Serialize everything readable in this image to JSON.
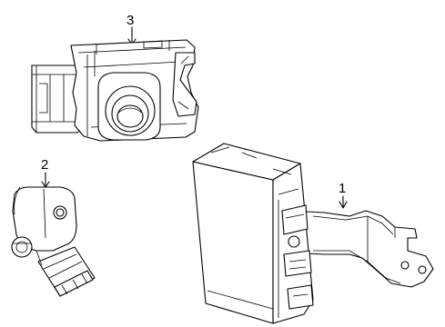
{
  "diagram": {
    "background": "#ffffff",
    "line_color": "#000000",
    "parts": [
      {
        "id": "part-1",
        "callout": "1"
      },
      {
        "id": "part-2",
        "callout": "2"
      },
      {
        "id": "part-3",
        "callout": "3"
      }
    ]
  }
}
